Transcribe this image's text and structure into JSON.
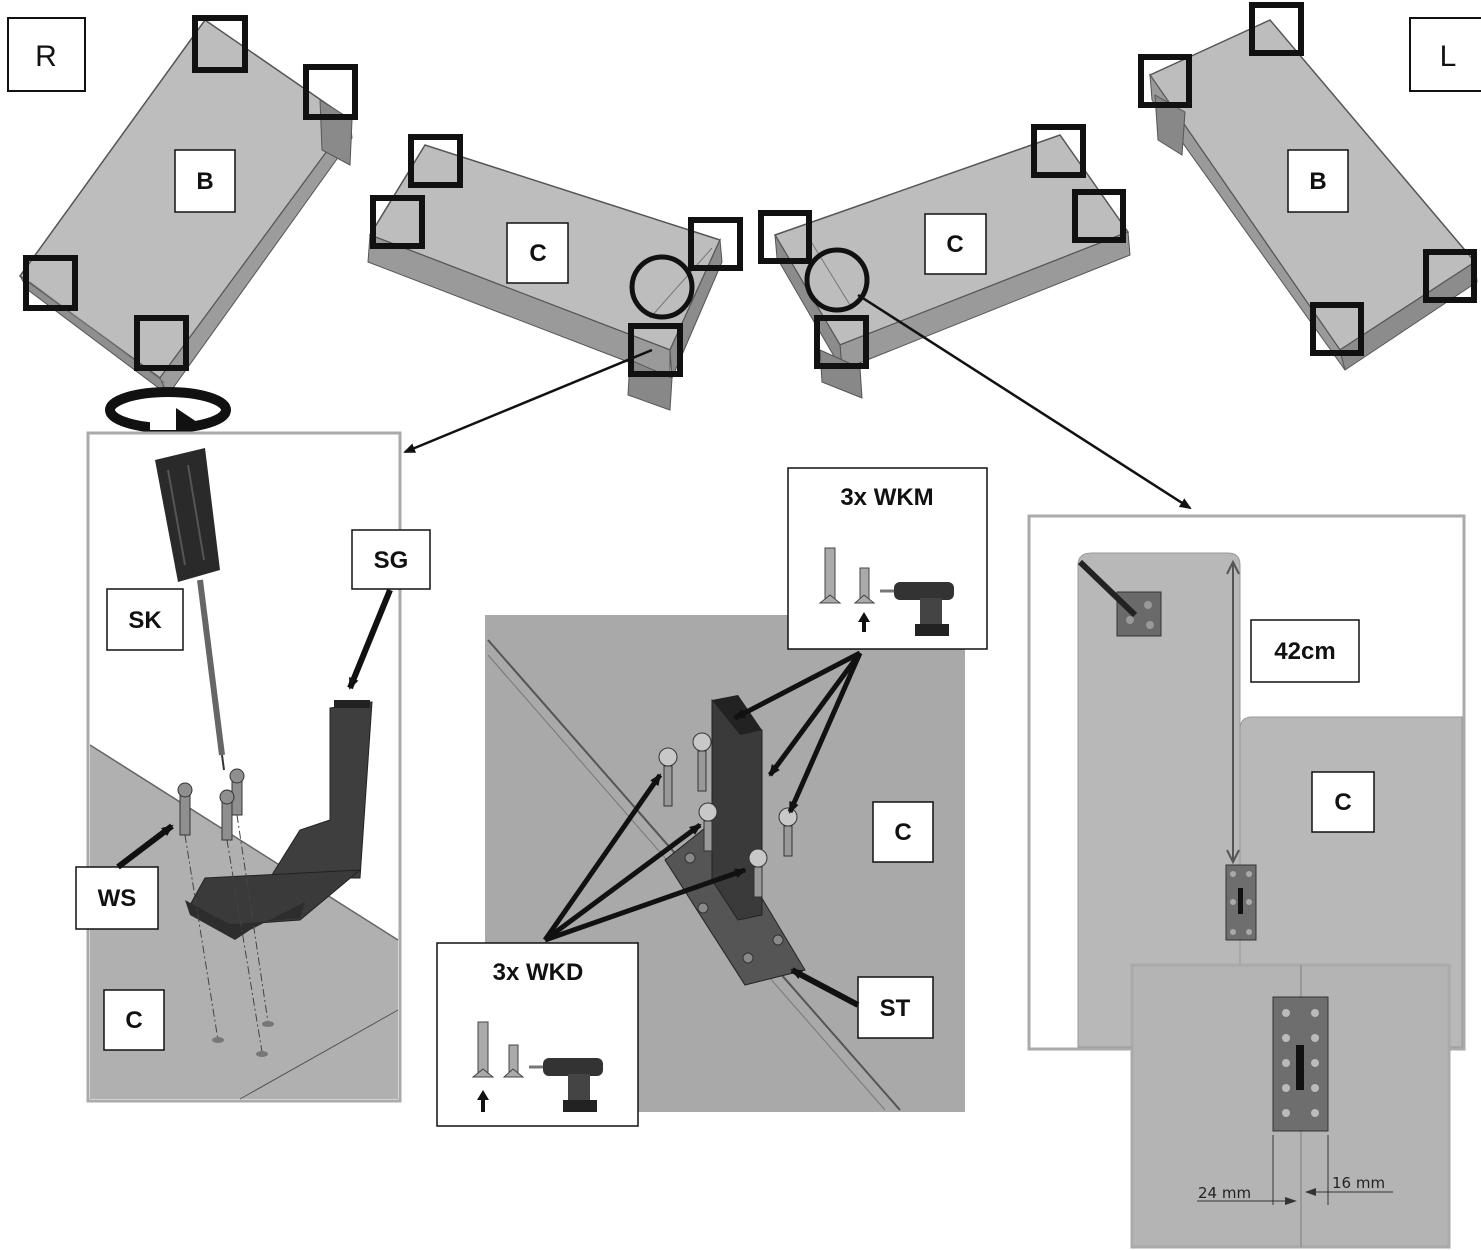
{
  "side_labels": {
    "right": "R",
    "left": "L"
  },
  "part_labels": {
    "bed_base": "B",
    "center_panel": "C",
    "screwdriver": "SK",
    "support_leg": "SG",
    "wood_screw": "WS",
    "steel_plate": "ST",
    "height_dimension": "42cm"
  },
  "screw_callouts": {
    "wkm": "3x WKM",
    "wkd": "3x WKD"
  },
  "detail_dimensions": {
    "left_gap": "24 mm",
    "right_gap": "16 mm"
  },
  "colors": {
    "panel_fill": "#b6b6b6",
    "panel_dark": "#8a8a8a",
    "detail_bg": "#a9a9a9",
    "hardware": "#4a4a4a",
    "outline": "#111111"
  }
}
